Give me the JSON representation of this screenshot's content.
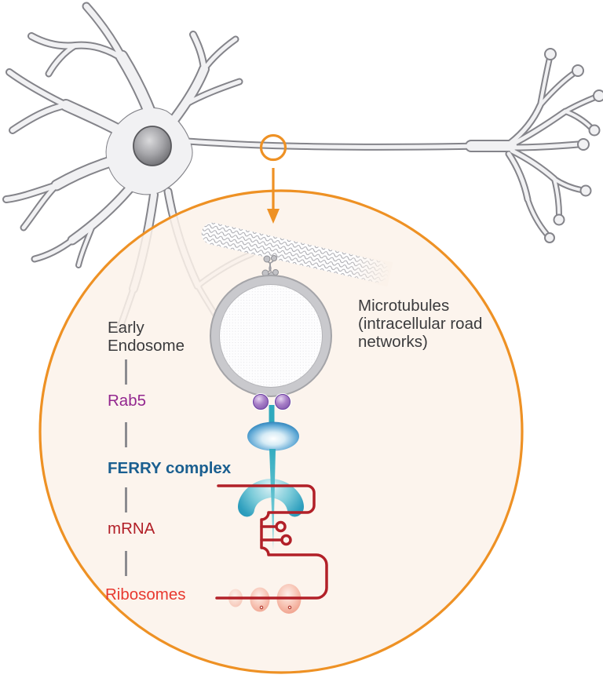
{
  "labels": {
    "early_endosome": {
      "line1": "Early",
      "line2": "Endosome"
    },
    "rab5": "Rab5",
    "ferry_complex": "FERRY complex",
    "mrna": "mRNA",
    "ribosomes": "Ribosomes",
    "microtubules": {
      "line1": "Microtubules",
      "line2": "(intracellular road",
      "line3": "networks)"
    }
  },
  "colors": {
    "accent_orange": "#EE9124",
    "inset_fill": "#FBF2EA",
    "label_gray": "#3B3B3D",
    "rab5_purple": "#93278F",
    "ferry_blue": "#1A5F90",
    "mrna_red": "#B22028",
    "ribosome_red": "#E8392F",
    "neuron_outline": "#84848A",
    "neuron_fill": "#F1F1F3",
    "teal": "#2FA9BD",
    "mt_gray": "#9C9CA2",
    "endosome_ring": "#C9C9CD",
    "tick_gray": "#8C8C90"
  }
}
